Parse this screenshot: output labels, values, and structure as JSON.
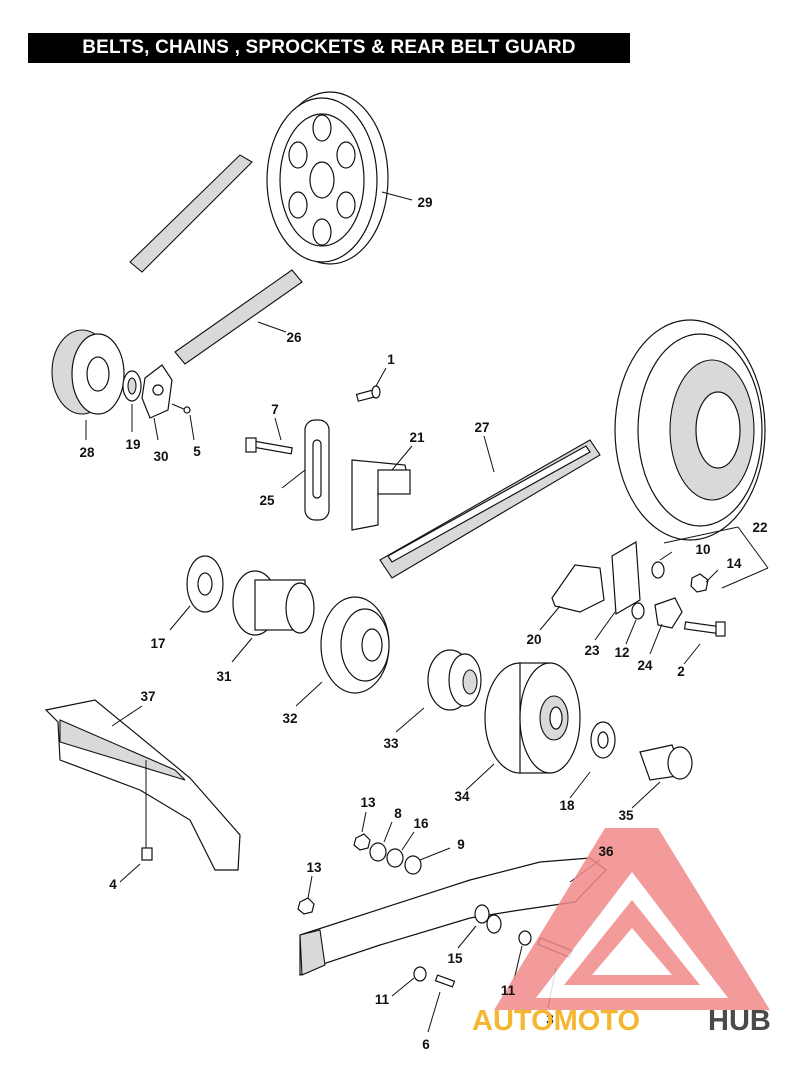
{
  "title": "BELTS, CHAINS , SPROCKETS & REAR BELT GUARD",
  "callouts": [
    {
      "n": "29"
    },
    {
      "n": "26"
    },
    {
      "n": "1"
    },
    {
      "n": "7"
    },
    {
      "n": "21"
    },
    {
      "n": "27"
    },
    {
      "n": "28"
    },
    {
      "n": "19"
    },
    {
      "n": "30"
    },
    {
      "n": "5"
    },
    {
      "n": "25"
    },
    {
      "n": "22"
    },
    {
      "n": "10"
    },
    {
      "n": "14"
    },
    {
      "n": "17"
    },
    {
      "n": "31"
    },
    {
      "n": "32"
    },
    {
      "n": "20"
    },
    {
      "n": "23"
    },
    {
      "n": "12"
    },
    {
      "n": "24"
    },
    {
      "n": "2"
    },
    {
      "n": "37"
    },
    {
      "n": "33"
    },
    {
      "n": "34"
    },
    {
      "n": "18"
    },
    {
      "n": "35"
    },
    {
      "n": "13"
    },
    {
      "n": "8"
    },
    {
      "n": "16"
    },
    {
      "n": "9"
    },
    {
      "n": "36"
    },
    {
      "n": "4"
    },
    {
      "n": "13"
    },
    {
      "n": "15"
    },
    {
      "n": "11"
    },
    {
      "n": "11"
    },
    {
      "n": "3"
    },
    {
      "n": "6"
    }
  ],
  "watermark": {
    "brand_part1": "AUTOMOTO",
    "brand_part2": "HUB",
    "color_accent": "#f28a8a",
    "color_text1": "#f5b731",
    "color_text2": "#4a4a4a"
  }
}
